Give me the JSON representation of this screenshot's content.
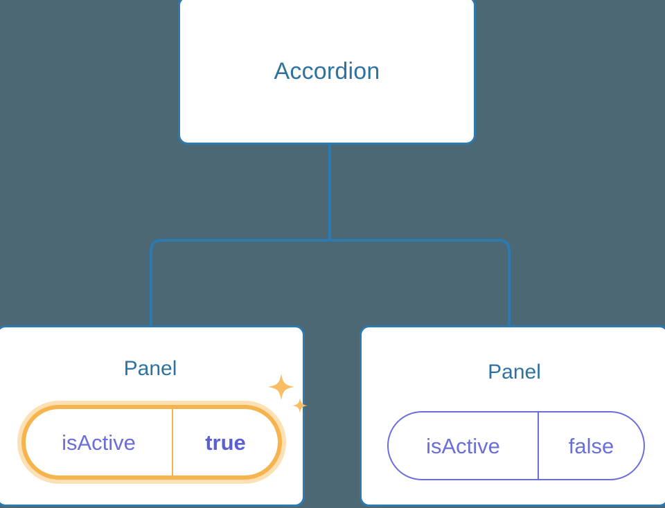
{
  "theme": {
    "background": "#4c6874",
    "card_background": "#ffffff",
    "card_border": "#2d7ab0",
    "node_title_color": "#2e73a0",
    "connector_color": "#2d7ab0",
    "pill_border": "#6a6edb",
    "pill_text": "#6a6edb",
    "highlight_border": "#f6b44e",
    "highlight_glow": "#fde0b4",
    "highlight_value_text": "#5b5fd6"
  },
  "diagram": {
    "type": "component-tree",
    "root": {
      "title": "Accordion",
      "props": []
    },
    "children": [
      {
        "title": "Panel",
        "highlighted": true,
        "prop": {
          "key": "isActive",
          "value": "true"
        },
        "decorations": [
          "sparkle-large-icon",
          "sparkle-small-icon"
        ]
      },
      {
        "title": "Panel",
        "highlighted": false,
        "prop": {
          "key": "isActive",
          "value": "false"
        },
        "decorations": []
      }
    ]
  }
}
